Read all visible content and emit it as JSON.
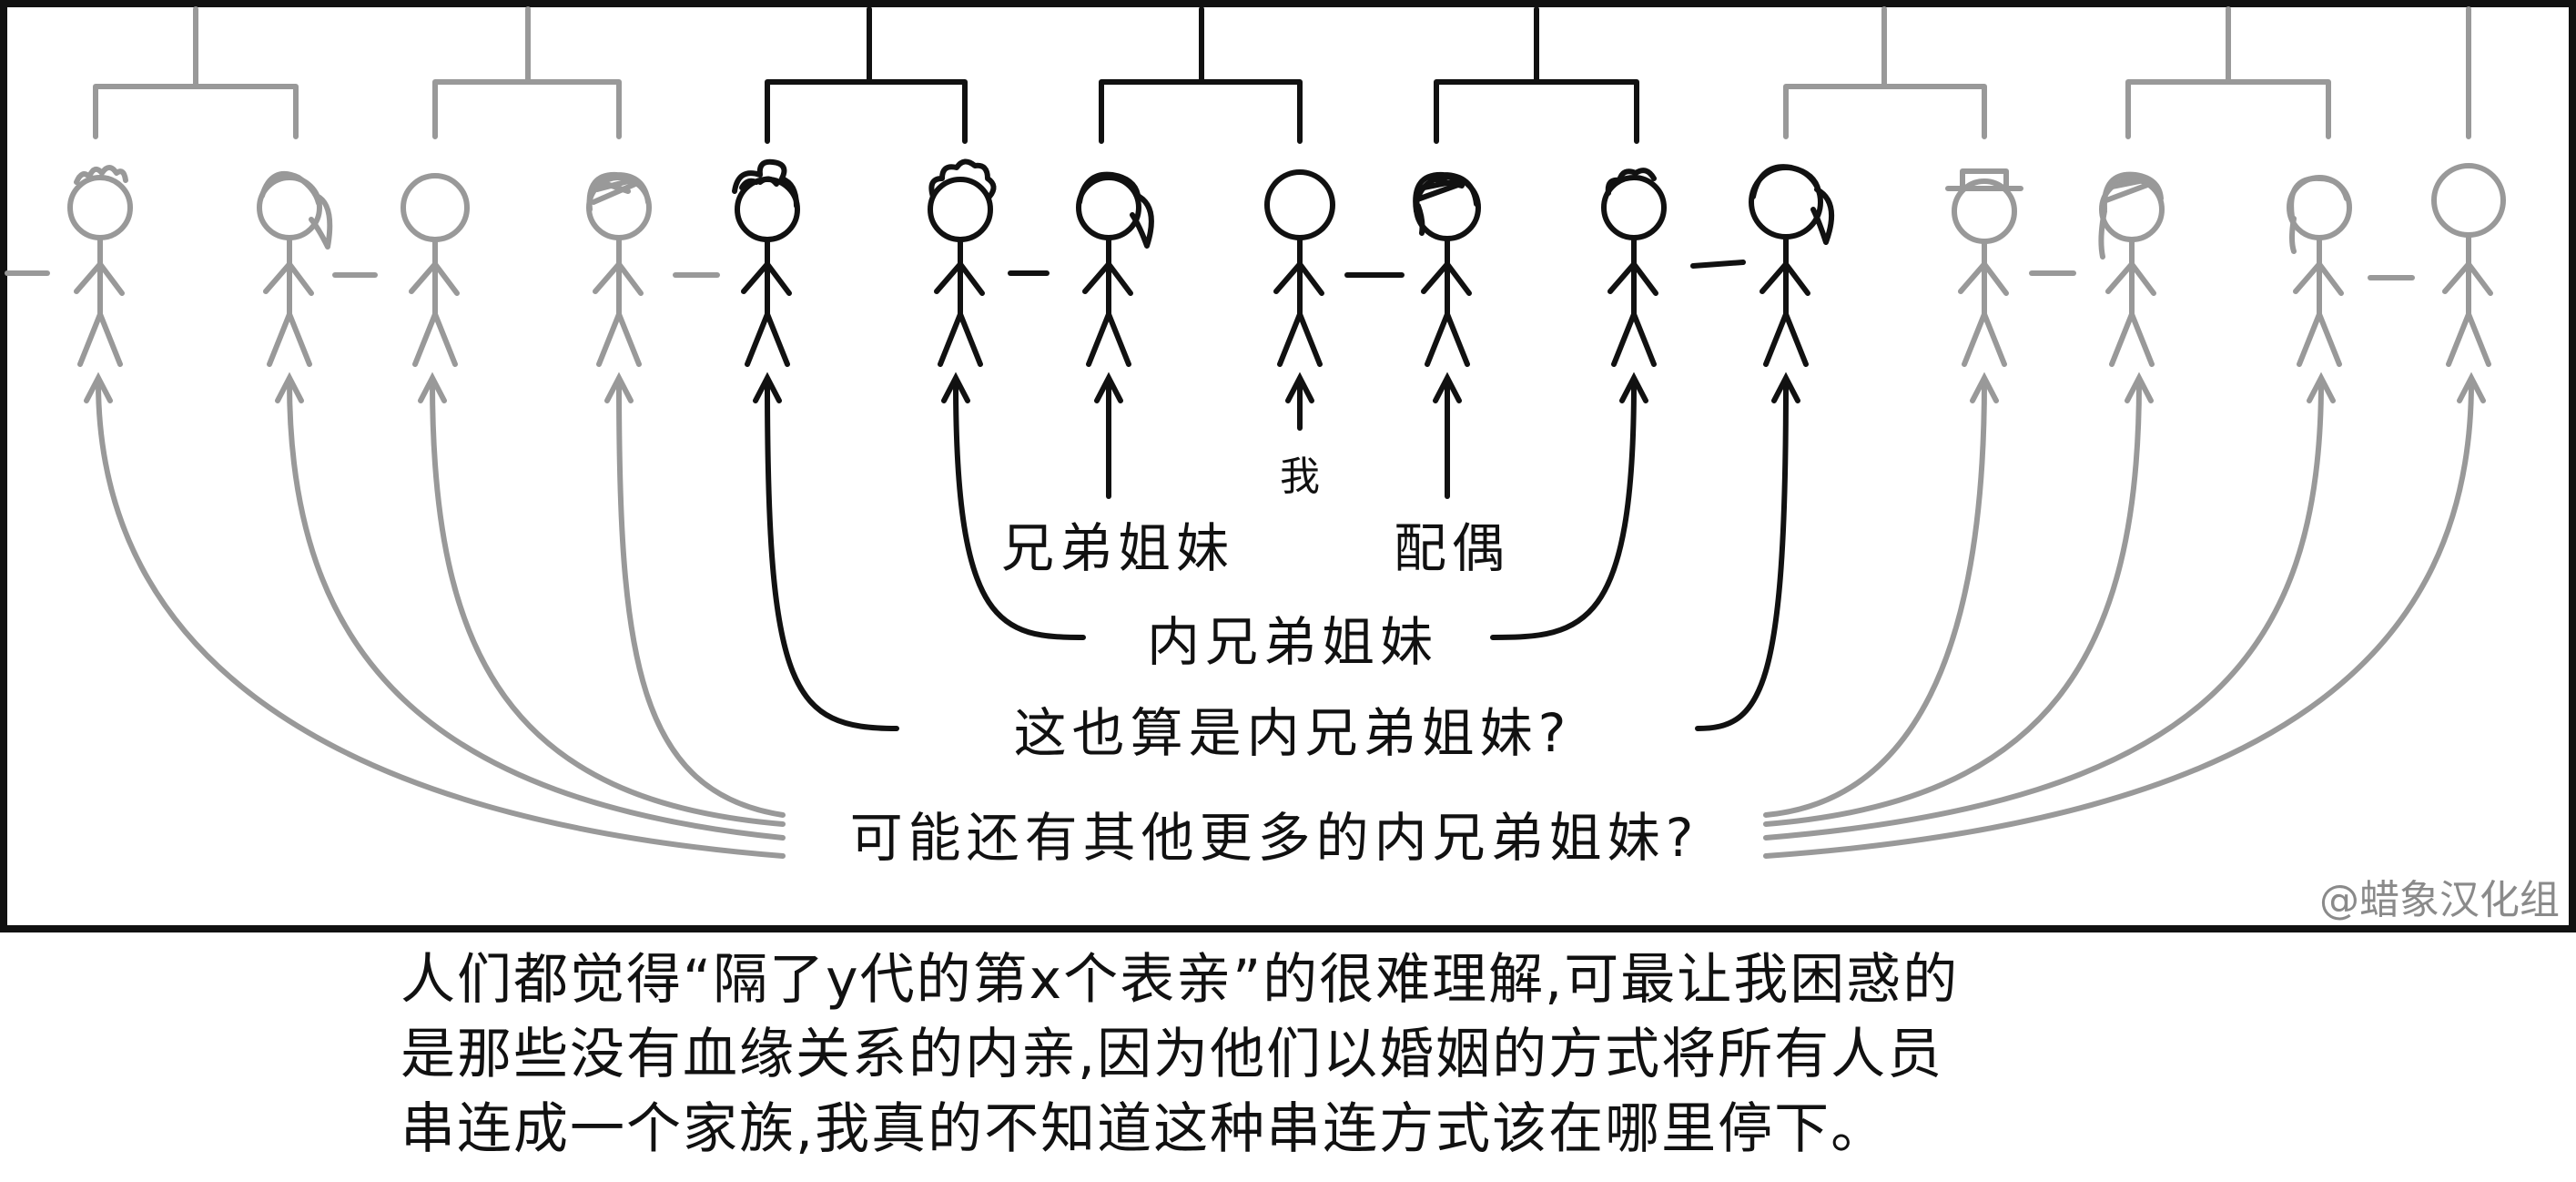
{
  "labels": {
    "me": "我",
    "siblings": "兄弟姐妹",
    "spouse": "配偶",
    "in_laws": "内兄弟姐妹",
    "also_in_laws": "这也算是内兄弟姐妹?",
    "more_in_laws": "可能还有其他更多的内兄弟姐妹?"
  },
  "credit": "@蜡象汉化组",
  "caption": {
    "line1": "人们都觉得“隔了y代的第x个表亲”的很难理解,可最让我困惑的",
    "line2": "是那些没有血缘关系的内亲,因为他们以婚姻的方式将所有人员",
    "line3": "串连成一个家族,我真的不知道这种串连方式该在哪里停下。"
  },
  "colors": {
    "ink": "#111111",
    "faded": "#999999",
    "border": "#111111",
    "credit": "#8a8a8a"
  }
}
